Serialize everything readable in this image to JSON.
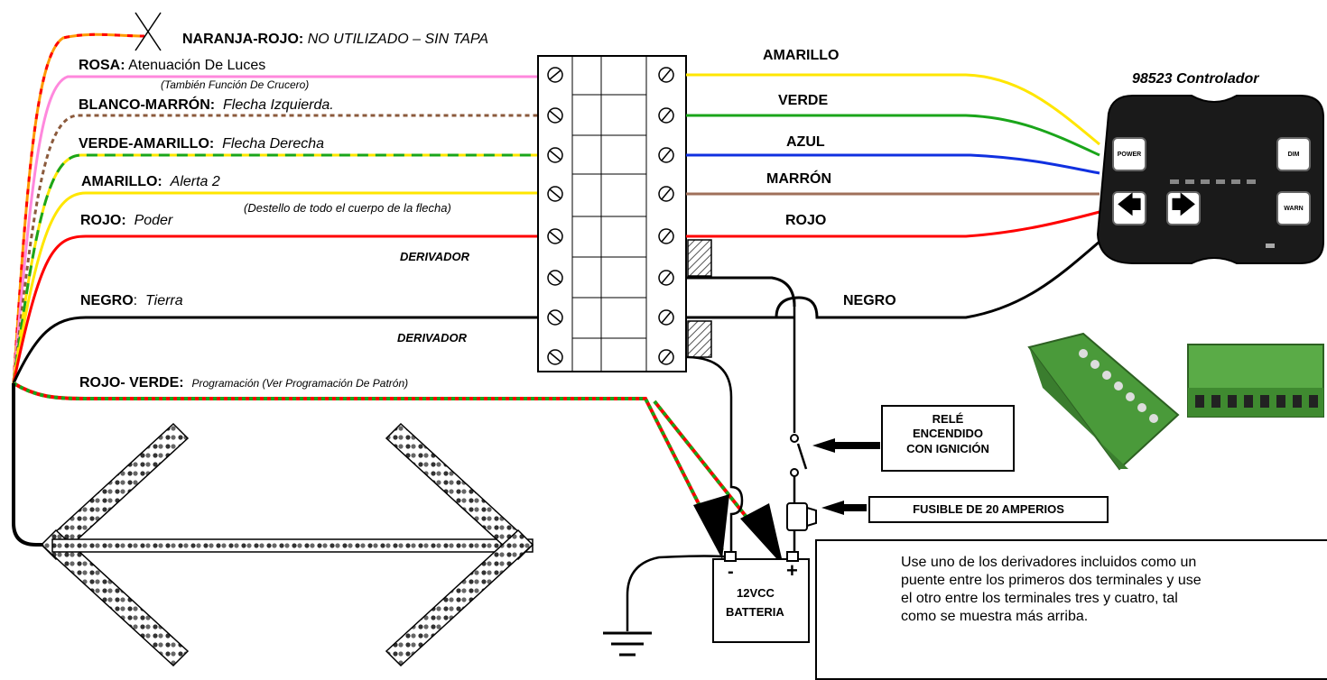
{
  "top_wire": {
    "name": "NARANJA-ROJO:",
    "desc": "NO UTILIZADO – SIN TAPA"
  },
  "left_wires": [
    {
      "name": "ROSA:",
      "desc": "Atenuación De Luces",
      "sub": "(También Función De Crucero)",
      "color": "#ff88dd"
    },
    {
      "name": "BLANCO-MARRÓN:",
      "desc": "Flecha Izquierda.",
      "color": "#8b5a3c"
    },
    {
      "name": "VERDE-AMARILLO:",
      "desc": "Flecha Derecha",
      "color": "#1aa51a"
    },
    {
      "name": "AMARILLO:",
      "desc": "Alerta 2",
      "sub": "(Destello de todo el cuerpo de la flecha)",
      "color": "#ffe600"
    },
    {
      "name": "ROJO:",
      "desc": "Poder",
      "color": "#ff0000"
    },
    {
      "name": "NEGRO",
      "sep": ":",
      "desc": "Tierra",
      "color": "#000000"
    },
    {
      "name": "ROJO- VERDE:",
      "desc": "Programación (Ver Programación De Patrón)",
      "color": "#ff0000"
    }
  ],
  "jumpers": [
    "DERIVADOR",
    "DERIVADOR"
  ],
  "right_wires": [
    {
      "name": "AMARILLO",
      "color": "#ffe600"
    },
    {
      "name": "VERDE",
      "color": "#1aa51a"
    },
    {
      "name": "AZUL",
      "color": "#1030e0"
    },
    {
      "name": "MARRÓN",
      "color": "#a0705a"
    },
    {
      "name": "ROJO",
      "color": "#ff0000"
    },
    {
      "name": "NEGRO",
      "color": "#000000"
    }
  ],
  "controller": {
    "title": "98523 Controlador",
    "power": "POWER",
    "dim": "DIM",
    "warn": "WARN"
  },
  "relay_label": [
    "RELÉ",
    "ENCENDIDO",
    "CON IGNICIÓN"
  ],
  "fuse_label": "FUSIBLE DE 20 AMPERIOS",
  "battery": {
    "neg": "-",
    "pos": "+",
    "line1": "12VCC",
    "line2": "BATTERIA"
  },
  "note": "Use uno de los derivadores incluidos como un puente entre los primeros dos terminales y use el otro entre los terminales tres y cuatro, tal como se muestra más arriba."
}
